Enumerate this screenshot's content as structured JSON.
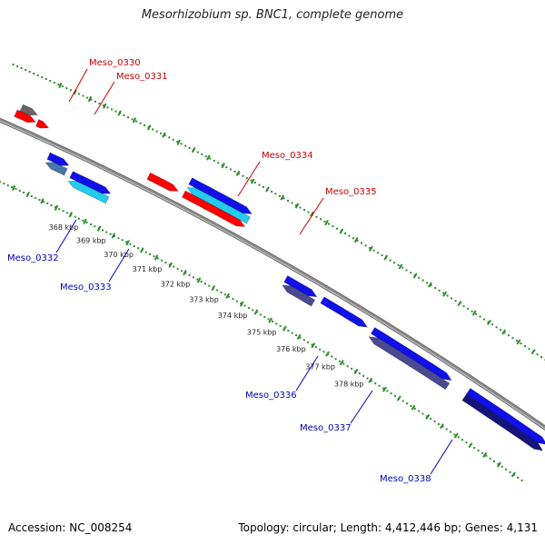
{
  "title": "Mesorhizobium sp. BNC1, complete genome",
  "footer": {
    "accession": "Accession: NC_008254",
    "summary": "Topology: circular; Length: 4,412,446 bp; Genes: 4,131"
  },
  "colors": {
    "backbone": "#8a8a8a",
    "ruler": "#2e8b2e",
    "forward_label": "#cc0000",
    "reverse_label": "#0000bb",
    "red_gene": "#ff0000",
    "blue_gene": "#1010e8",
    "cyan_gene": "#22ccee",
    "grey_gene": "#666666",
    "steel_gene": "#4477aa",
    "slate_gene": "#4a4a90",
    "navy_gene": "#14147a"
  },
  "ticks": [
    {
      "label": "368 kbp",
      "t": 0.185
    },
    {
      "label": "369 kbp",
      "t": 0.235
    },
    {
      "label": "370 kbp",
      "t": 0.285
    },
    {
      "label": "371 kbp",
      "t": 0.337
    },
    {
      "label": "372 kbp",
      "t": 0.388
    },
    {
      "label": "373 kbp",
      "t": 0.44
    },
    {
      "label": "374 kbp",
      "t": 0.492
    },
    {
      "label": "375 kbp",
      "t": 0.545
    },
    {
      "label": "376 kbp",
      "t": 0.598
    },
    {
      "label": "377 kbp",
      "t": 0.651
    },
    {
      "label": "378 kbp",
      "t": 0.703
    }
  ],
  "genes": [
    {
      "id": "unlabeled-left",
      "label": "",
      "lane": "rev1",
      "t0": 0.0,
      "t1": 0.025,
      "color": "blue_gene",
      "dir": "fwd"
    },
    {
      "id": "Meso_0330",
      "label": "Meso_0330",
      "lane": "fwd2",
      "t0": 0.04,
      "t1": 0.068,
      "color": "grey_gene",
      "dir": "fwd"
    },
    {
      "id": "Meso_0331a",
      "label": "Meso_0331",
      "lane": "fwd1",
      "t0": 0.035,
      "t1": 0.07,
      "color": "red_gene",
      "dir": "fwd"
    },
    {
      "id": "Meso_0331b",
      "label": "",
      "lane": "fwd1",
      "t0": 0.073,
      "t1": 0.093,
      "color": "red_gene",
      "dir": "fwd"
    },
    {
      "id": "Meso_0332",
      "label": "Meso_0332",
      "lane": "rev2",
      "t0": 0.112,
      "t1": 0.148,
      "color": "steel_gene",
      "dir": "rev"
    },
    {
      "id": "Meso_0333",
      "label": "Meso_0333",
      "lane": "rev3",
      "t0": 0.158,
      "t1": 0.228,
      "color": "cyan_gene",
      "dir": "rev"
    },
    {
      "id": "unlabeled-b1",
      "label": "",
      "lane": "rev1",
      "t0": 0.112,
      "t1": 0.148,
      "color": "blue_gene",
      "dir": "fwd"
    },
    {
      "id": "unlabeled-b2",
      "label": "",
      "lane": "rev2",
      "t0": 0.158,
      "t1": 0.228,
      "color": "blue_gene",
      "dir": "fwd"
    },
    {
      "id": "Meso_0334",
      "label": "Meso_0334",
      "lane": "fwd1",
      "t0": 0.27,
      "t1": 0.322,
      "color": "red_gene",
      "dir": "fwd"
    },
    {
      "id": "Meso_0335",
      "label": "Meso_0335",
      "lane": "fwd1",
      "t0": 0.332,
      "t1": 0.44,
      "color": "red_gene",
      "dir": "fwd"
    },
    {
      "id": "unlabeled-c1",
      "label": "",
      "lane": "fwd2",
      "t0": 0.332,
      "t1": 0.44,
      "color": "cyan_gene",
      "dir": "rev"
    },
    {
      "id": "unlabeled-c2",
      "label": "",
      "lane": "fwd3",
      "t0": 0.332,
      "t1": 0.44,
      "color": "blue_gene",
      "dir": "fwd"
    },
    {
      "id": "unlabeled-d1",
      "label": "",
      "lane": "rev1",
      "t0": 0.535,
      "t1": 0.59,
      "color": "blue_gene",
      "dir": "fwd"
    },
    {
      "id": "Meso_0336",
      "label": "Meso_0336",
      "lane": "rev2",
      "t0": 0.535,
      "t1": 0.59,
      "color": "slate_gene",
      "dir": "rev"
    },
    {
      "id": "Meso_0337",
      "label": "Meso_0337",
      "lane": "rev1",
      "t0": 0.6,
      "t1": 0.68,
      "color": "blue_gene",
      "dir": "fwd"
    },
    {
      "id": "unlabeled-e1",
      "label": "",
      "lane": "rev1",
      "t0": 0.69,
      "t1": 0.83,
      "color": "blue_gene",
      "dir": "fwd"
    },
    {
      "id": "Meso_0338",
      "label": "Meso_0338",
      "lane": "rev2",
      "t0": 0.69,
      "t1": 0.83,
      "color": "slate_gene",
      "dir": "rev"
    },
    {
      "id": "unlabeled-f1",
      "label": "",
      "lane": "rev1",
      "t0": 0.86,
      "t1": 1.0,
      "color": "blue_gene",
      "dir": "fwd"
    },
    {
      "id": "unlabeled-f2",
      "label": "",
      "lane": "rev2",
      "t0": 0.86,
      "t1": 1.0,
      "color": "navy_gene",
      "dir": "fwd"
    }
  ],
  "gene_labels": [
    {
      "text": "Meso_0330",
      "color": "forward_label"
    },
    {
      "text": "Meso_0331",
      "color": "forward_label"
    },
    {
      "text": "Meso_0332",
      "color": "reverse_label"
    },
    {
      "text": "Meso_0333",
      "color": "reverse_label"
    },
    {
      "text": "Meso_0334",
      "color": "forward_label"
    },
    {
      "text": "Meso_0335",
      "color": "forward_label"
    },
    {
      "text": "Meso_0336",
      "color": "reverse_label"
    },
    {
      "text": "Meso_0337",
      "color": "reverse_label"
    },
    {
      "text": "Meso_0338",
      "color": "reverse_label"
    }
  ]
}
